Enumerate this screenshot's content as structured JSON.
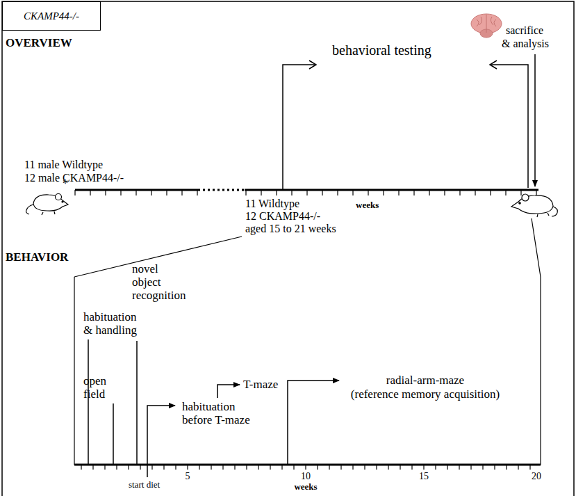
{
  "diagram": {
    "nodes": [
      {
        "text": [
          "CKAMP44-/-"
        ]
      }
    ],
    "labels": [
      "OVERVIEW",
      "sacrifice",
      "& analysis",
      "behavioral testing",
      "*",
      "11 male Wildtype",
      "12 male CKAMP44-/-",
      "11 Wildtype",
      "12 CKAMP44-/-",
      "aged 15 to 21 weeks",
      "weeks",
      "BEHAVIOR",
      "habituation",
      "& handling",
      "novel",
      "object",
      "recognition",
      "open",
      "field",
      "habituation",
      "before T-maze",
      "T-maze",
      "radial-arm-maze",
      "(reference memory acquisition)",
      "start diet",
      "5",
      "10",
      "15",
      "20",
      "weeks"
    ]
  }
}
